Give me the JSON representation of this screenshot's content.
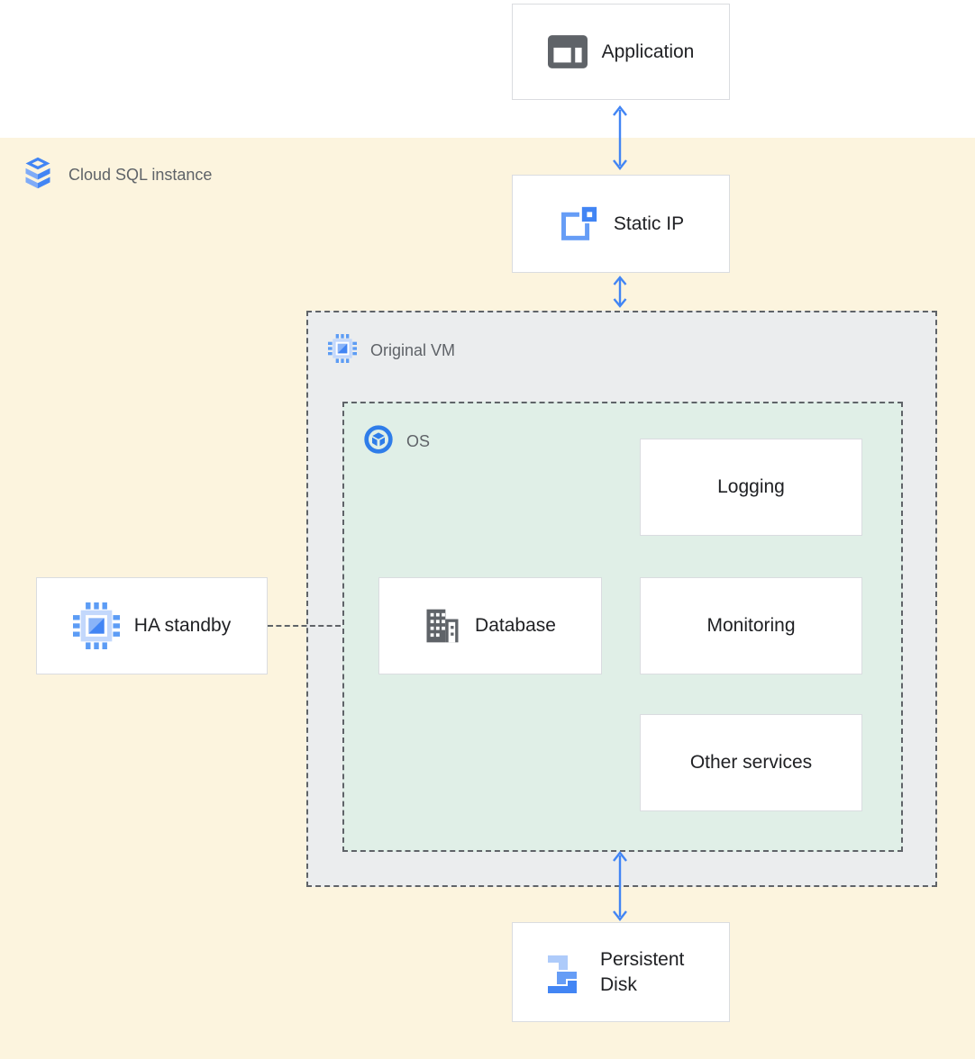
{
  "region": {
    "label": "Cloud SQL instance"
  },
  "vm": {
    "label": "Original VM"
  },
  "os": {
    "label": "OS"
  },
  "nodes": {
    "application": "Application",
    "static_ip": "Static IP",
    "logging": "Logging",
    "database": "Database",
    "monitoring": "Monitoring",
    "other_services": "Other services",
    "ha_standby": "HA standby",
    "persistent_disk": "Persistent Disk"
  },
  "icons": {
    "cloud_sql": "stacked-database-layers",
    "compute_engine": "cpu-chip-with-pins",
    "os": "ring-with-cube",
    "application_window": "window-with-panels",
    "static_ip": "square-outline-with-corner-badge",
    "database_building": "building-with-windows",
    "persistent_disk": "zigzag-steps"
  },
  "colors": {
    "region_bg": "#FCF4DE",
    "vm_bg": "#EBEDEE",
    "os_bg": "#E0EFE7",
    "box_border": "#DADCE0",
    "dashed_border": "#5F6368",
    "arrow_blue": "#4285F4",
    "icon_blue_dark": "#4285F4",
    "icon_blue_mid": "#669DF6",
    "icon_blue_light": "#AECBFA",
    "icon_gray": "#5F6368",
    "label_gray": "#5F6368",
    "node_text": "#202124"
  }
}
